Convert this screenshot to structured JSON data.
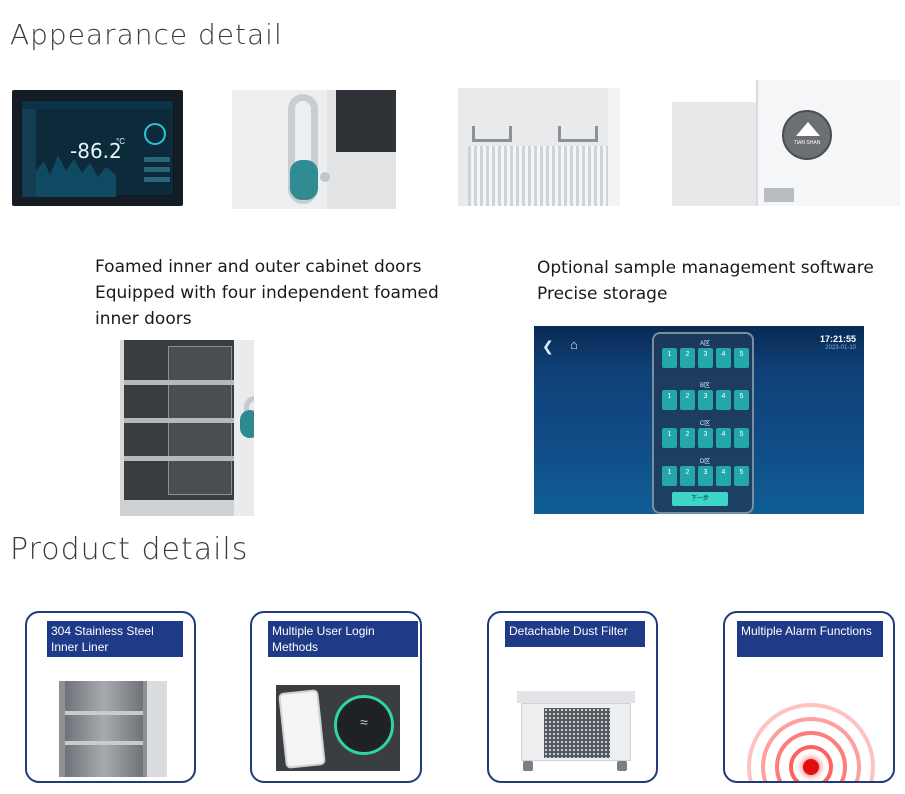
{
  "headings": {
    "appearance": "Appearance detail",
    "product": "Product details"
  },
  "screen": {
    "temperature": "-86.2",
    "unit": "°C"
  },
  "captions": {
    "doors_line1": "Foamed inner and outer cabinet doors",
    "doors_line2": "Equipped with four independent foamed inner doors",
    "software_line1": "Optional sample management software",
    "software_line2": "Precise storage"
  },
  "cabinet_seal": {
    "text": "TIAN SHAN"
  },
  "software_ui": {
    "time": "17:21:55",
    "date": "2023-01-10",
    "sections": [
      {
        "label": "A区",
        "cells": [
          "1",
          "2",
          "3",
          "4",
          "5"
        ]
      },
      {
        "label": "B区",
        "cells": [
          "1",
          "2",
          "3",
          "4",
          "5"
        ]
      },
      {
        "label": "C区",
        "cells": [
          "1",
          "2",
          "3",
          "4",
          "5"
        ]
      },
      {
        "label": "D区",
        "cells": [
          "1",
          "2",
          "3",
          "4",
          "5"
        ]
      }
    ],
    "next_button": "下一步"
  },
  "cards": [
    {
      "label": "304 Stainless Steel Inner Liner"
    },
    {
      "label": "Multiple User Login Methods"
    },
    {
      "label": "Detachable Dust Filter"
    },
    {
      "label": "Multiple Alarm Functions"
    }
  ],
  "colors": {
    "card_border": "#1f3b7a",
    "card_label_bg": "#1f3a87",
    "software_cell": "#23a7a9",
    "alarm": "#ff5050"
  }
}
